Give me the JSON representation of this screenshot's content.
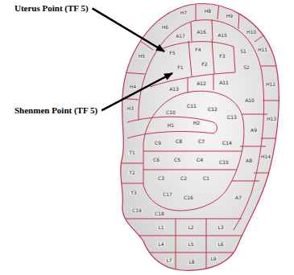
{
  "diagram": {
    "labels": [
      "Uterus Point (TF 5)",
      "Shenmen Point (TF 5)",
      "H7",
      "H8",
      "H9",
      "H10",
      "H11",
      "H12",
      "H13",
      "H14",
      "H6",
      "H5",
      "H4",
      "H3",
      "A17",
      "A16",
      "A15",
      "S1",
      "S2",
      "F5",
      "F4",
      "F3",
      "F1",
      "F2",
      "A13",
      "A12",
      "A11",
      "A10",
      "A9",
      "A8",
      "A7",
      "C10",
      "C11",
      "C12",
      "C13",
      "H1",
      "H2",
      "T1",
      "C9",
      "C8",
      "C7",
      "C14",
      "C6",
      "C5",
      "C4",
      "C15",
      "T2",
      "C3",
      "C2",
      "C1",
      "T3",
      "C17",
      "C16",
      "C19",
      "C18",
      "L1",
      "L2",
      "L3",
      "L4",
      "L5",
      "L6",
      "L7",
      "L8",
      "L9"
    ]
  }
}
